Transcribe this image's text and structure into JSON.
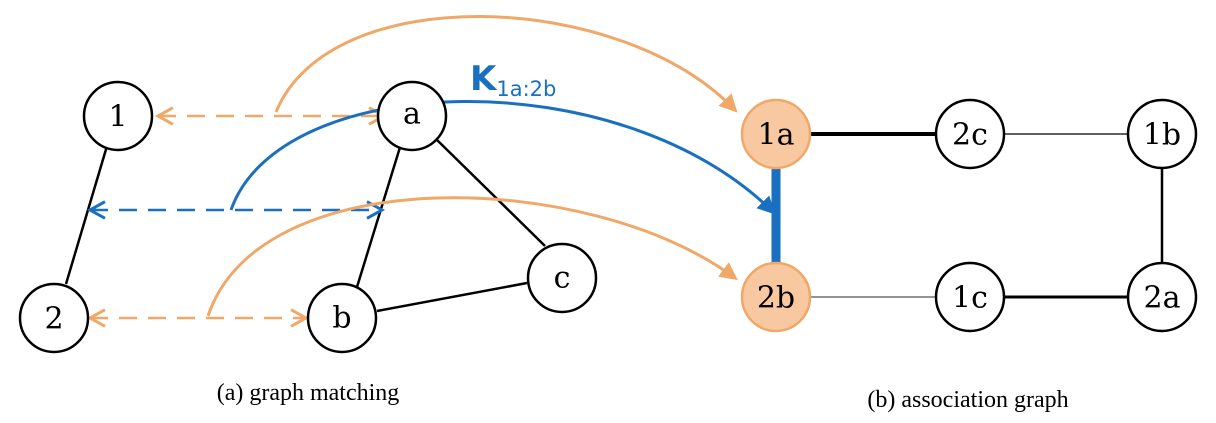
{
  "graph_matching": {
    "caption": "(a) graph matching",
    "nodes": {
      "n1": "1",
      "n2": "2",
      "na": "a",
      "nb": "b",
      "nc": "c"
    }
  },
  "association_graph": {
    "caption": "(b) association graph",
    "nodes": {
      "n1a": "1a",
      "n2c": "2c",
      "n1b": "1b",
      "n2b": "2b",
      "n1c": "1c",
      "n2a": "2a"
    }
  },
  "affinity_label": {
    "symbol": "K",
    "subscript": "1a:2b"
  },
  "colors": {
    "orange": "#f0a868",
    "orange_fill": "#f8c9a0",
    "blue": "#1a70c0",
    "black": "#000000"
  }
}
